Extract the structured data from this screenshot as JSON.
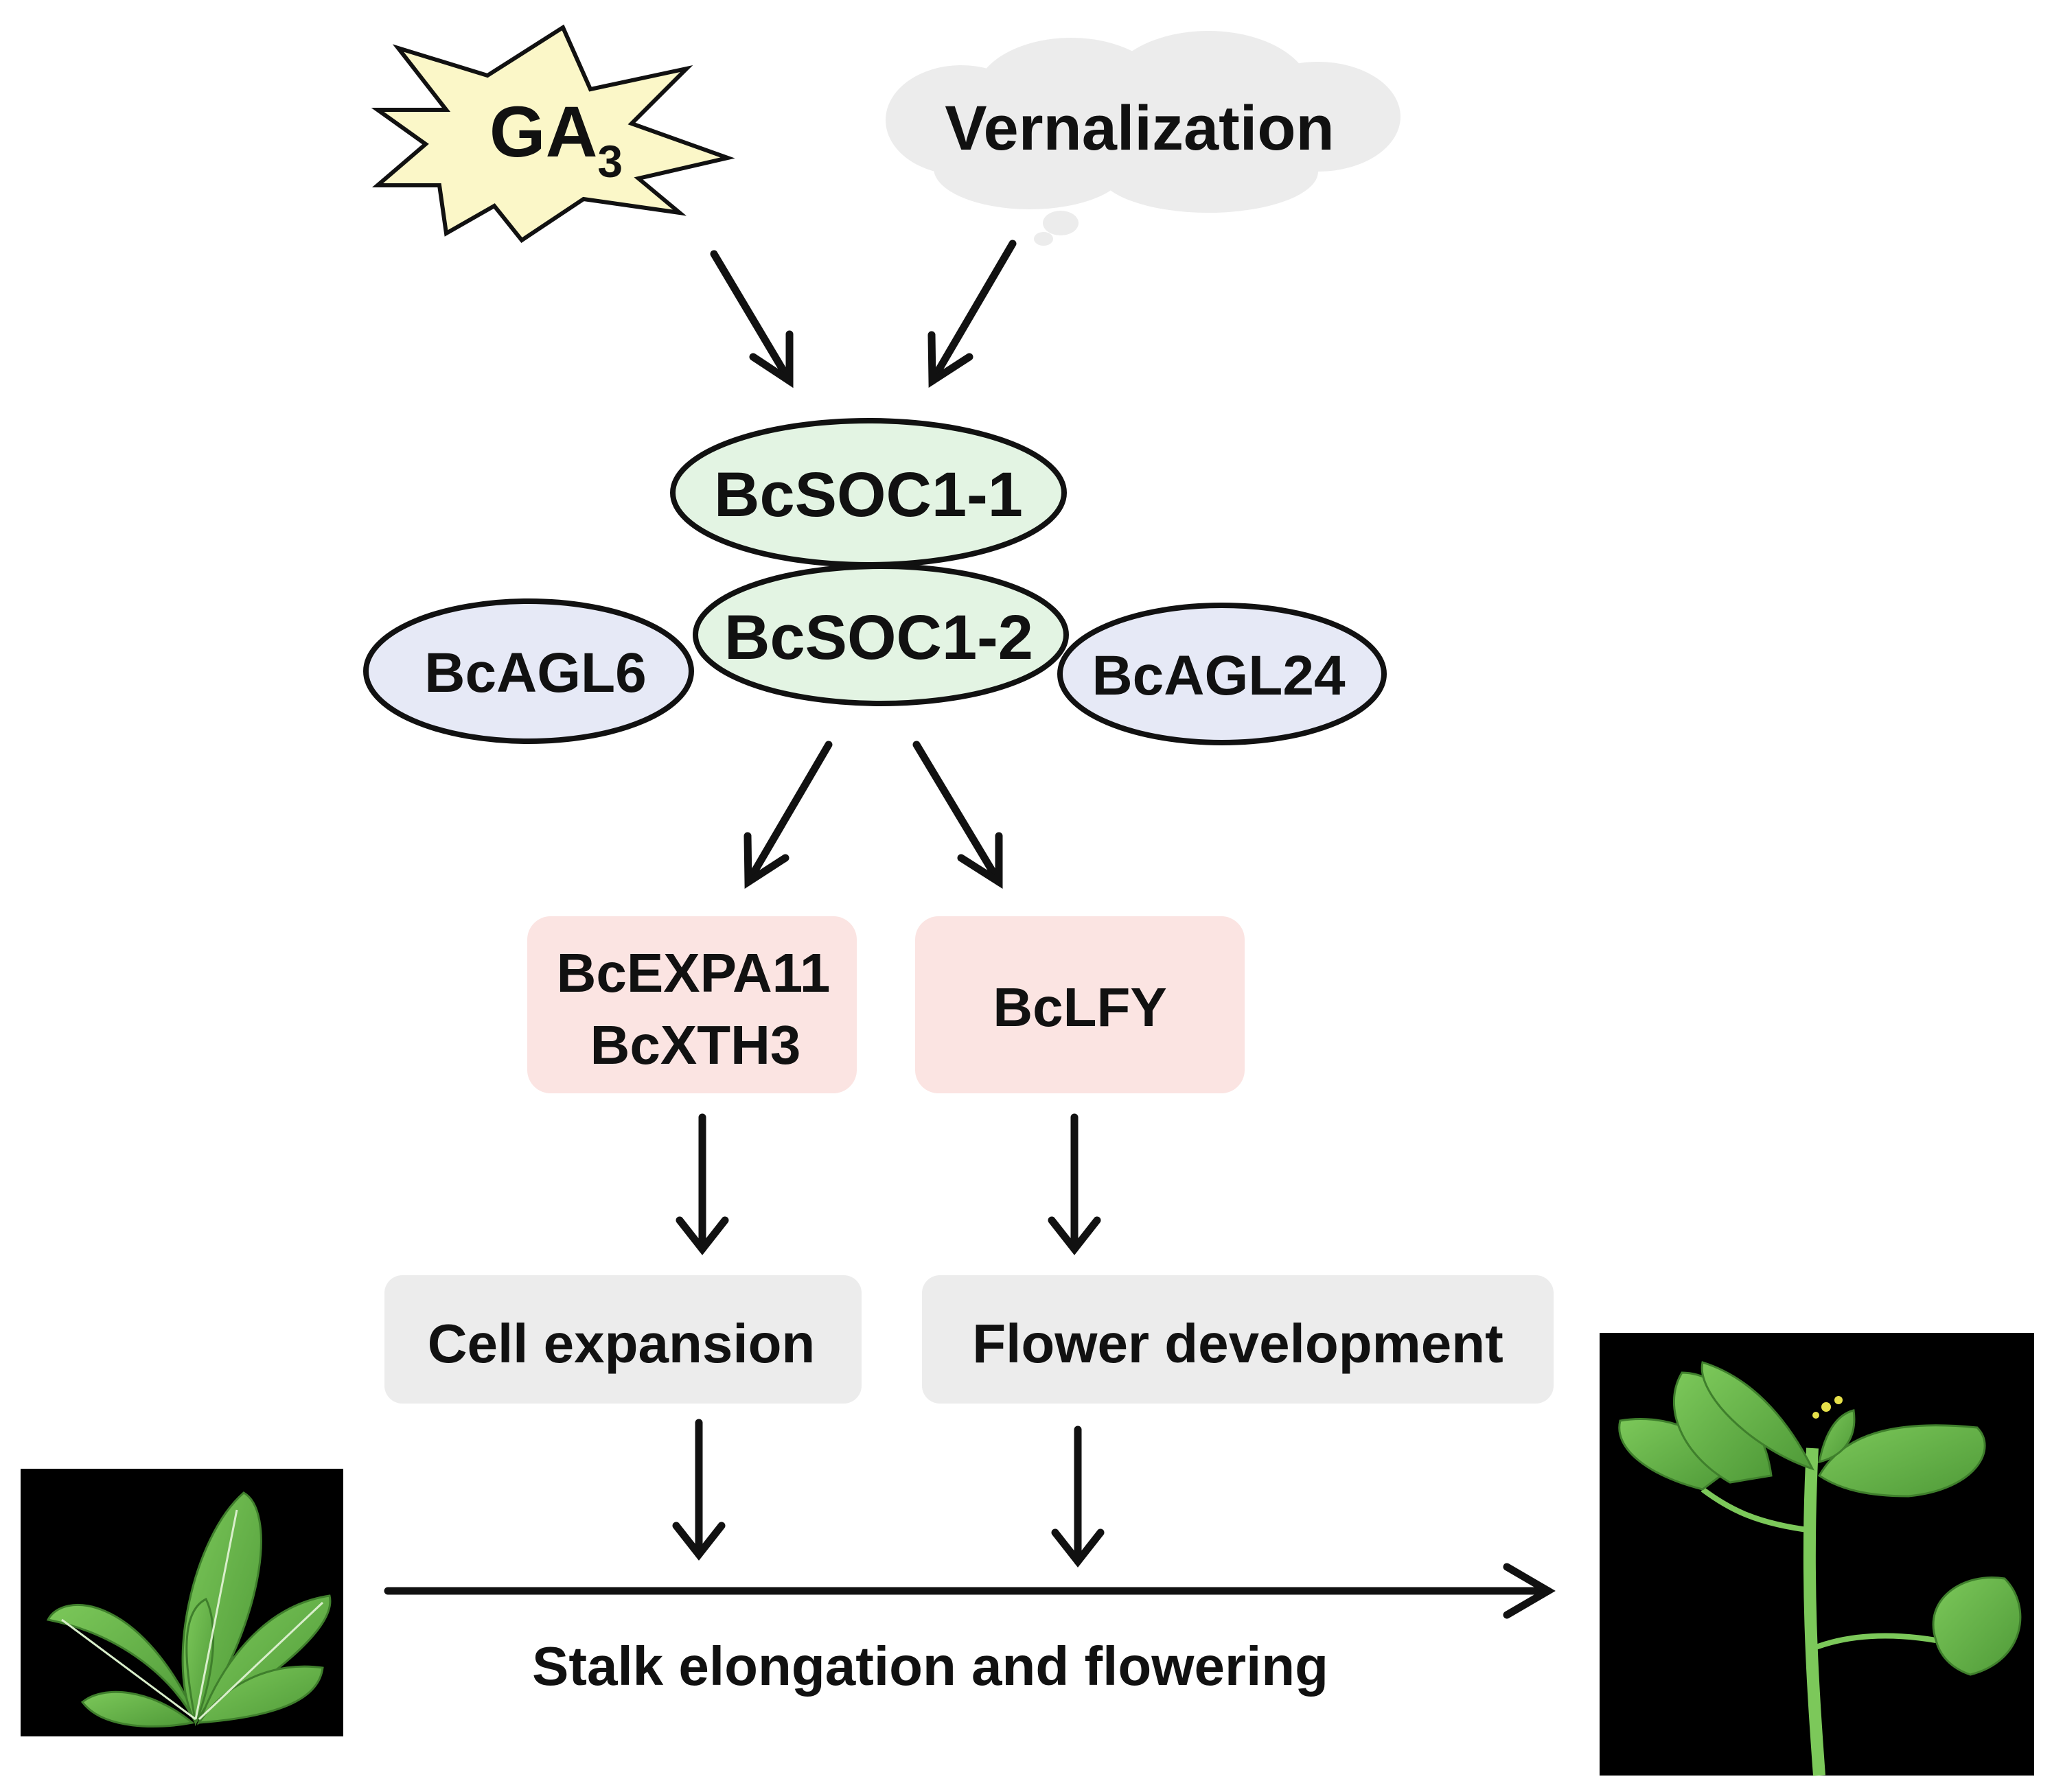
{
  "inputs": {
    "ga3": {
      "base": "GA",
      "subscript": "3"
    },
    "vernalization": "Vernalization"
  },
  "complex": {
    "soc1_1": "BcSOC1-1",
    "soc1_2": "BcSOC1-2",
    "agl6": "BcAGL6",
    "agl24": "BcAGL24"
  },
  "targets": {
    "left": [
      "BcEXPA11",
      "BcXTH3"
    ],
    "right": "BcLFY"
  },
  "processes": {
    "left": "Cell expansion",
    "right": "Flower development"
  },
  "outcome": "Stalk elongation and flowering",
  "images": {
    "before": "young-rosette-plant",
    "after": "bolting-flowering-plant"
  },
  "colors": {
    "starburst": "#fbf7c8",
    "cloud": "#ececec",
    "soc1_fill": "#e3f4e3",
    "agl_fill": "#e6e9f6",
    "target_fill": "#fbe4e2",
    "process_fill": "#ececec",
    "stroke": "#111111",
    "photo_background": "#000000",
    "leaf": "#6ab84a"
  }
}
